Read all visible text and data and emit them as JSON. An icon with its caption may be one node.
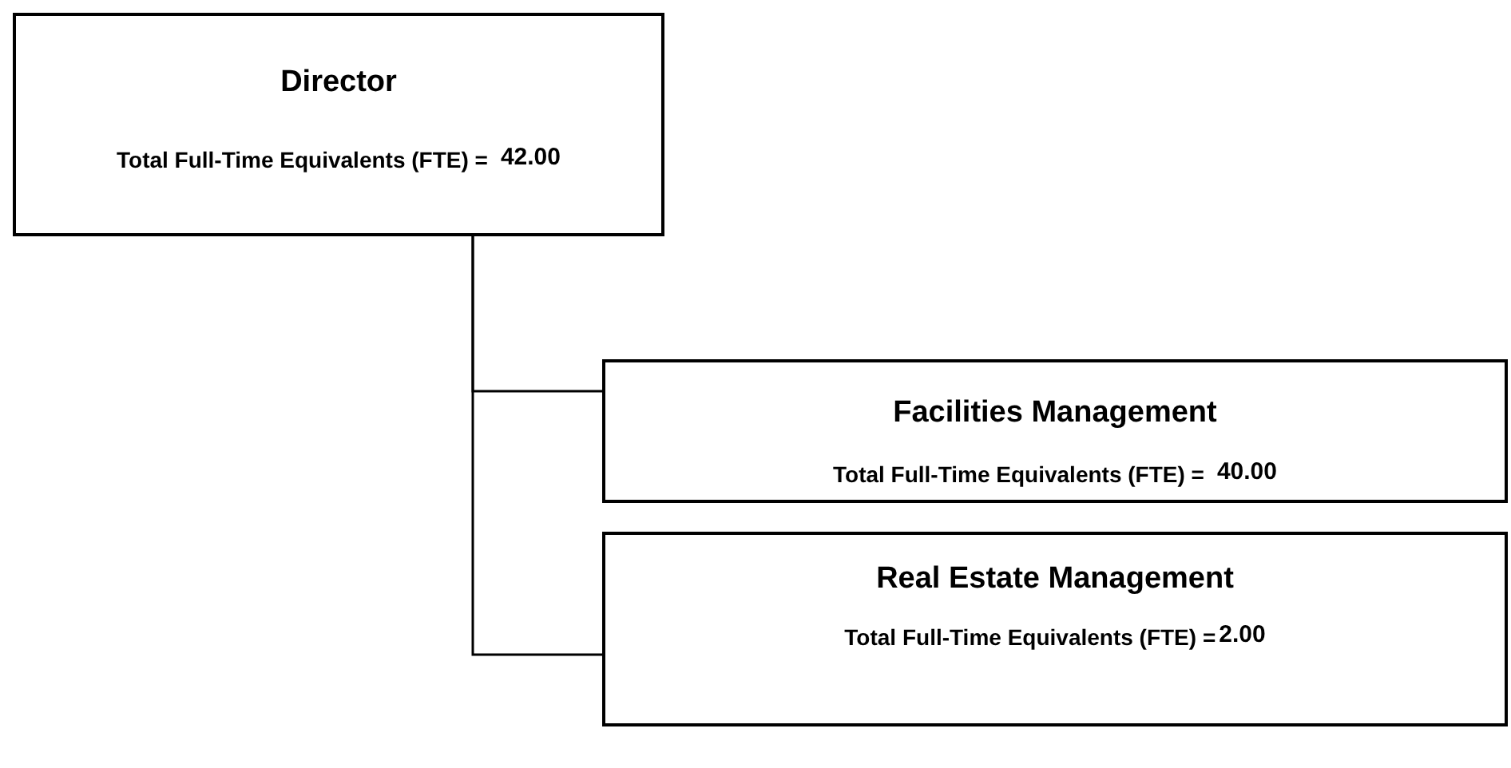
{
  "diagram": {
    "nodes": [
      {
        "text": [
          "Director",
          "Total Full-Time Equivalents (FTE) =",
          "42.00"
        ]
      },
      {
        "text": [
          "Facilities Management",
          "Total Full-Time Equivalents (FTE) =",
          "40.00"
        ]
      },
      {
        "text": [
          "Real Estate Management",
          "Total Full-Time Equivalents (FTE) =",
          "2.00"
        ]
      }
    ],
    "edges": [
      {
        "from": 0,
        "to": 1,
        "arrow": "none"
      },
      {
        "from": 0,
        "to": 2,
        "arrow": "none"
      }
    ]
  }
}
